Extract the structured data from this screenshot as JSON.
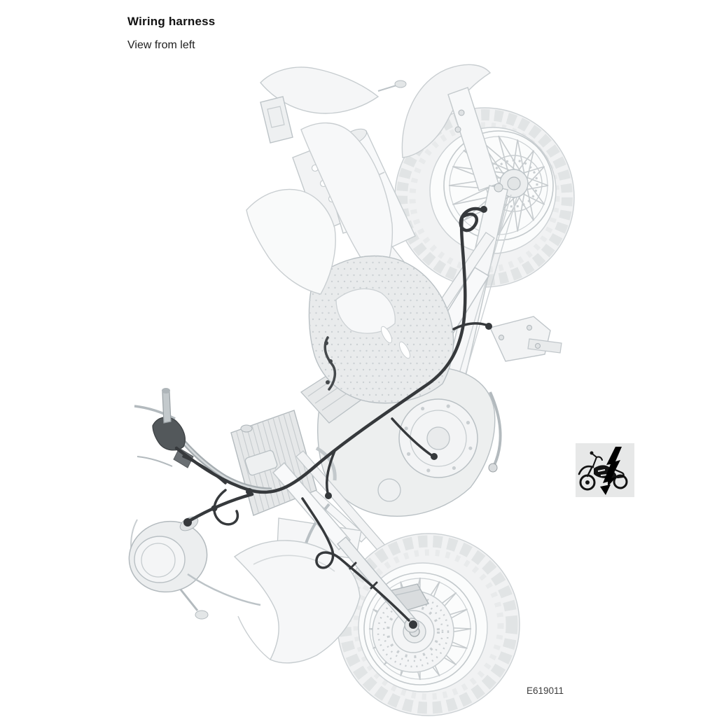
{
  "header": {
    "title": "Wiring harness",
    "subtitle": "View from left"
  },
  "figure": {
    "code": "E619011",
    "icon": "motorcycle-electrical-system-icon"
  },
  "colors": {
    "page_background": "#ffffff",
    "heading_text": "#111111",
    "figure_code_text": "#3c3c3c",
    "artwork_outline": "#bcc3c7",
    "artwork_fill": "#f1f2f3",
    "harness_dark": "#36393c",
    "icon_background": "#e7e8e8",
    "icon_foreground": "#121212"
  }
}
